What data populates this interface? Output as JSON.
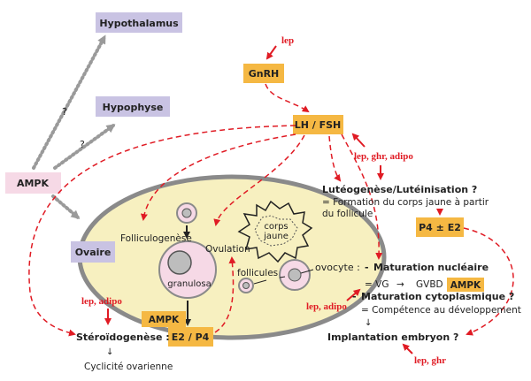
{
  "colors": {
    "lavender": "#c9c3e3",
    "orange": "#f5b843",
    "pink": "#f6d9e6",
    "ovary_fill": "#f7f0c0",
    "ovary_stroke": "#8a8a8a",
    "grey_cell": "#bdbdbd",
    "red": "#e01b24",
    "dotted_grey": "#9a9a9a"
  },
  "nodes": {
    "hypothalamus": "Hypothalamus",
    "hypophyse": "Hypophyse",
    "ampk_left": "AMPK",
    "ovaire": "Ovaire",
    "gnrh": "GnRH",
    "lh_fsh": "LH / FSH",
    "p4_e2_box": "P4 ± E2",
    "e2_p4_box": "E2 / P4",
    "ampk_stero": "AMPK",
    "ampk_inline": "AMPK"
  },
  "red_labels": {
    "lep_top": "lep",
    "lep_ghr_adipo": "lep, ghr, adipo",
    "lep_adipo_left": "lep, adipo",
    "lep_adipo_mid": "lep, adipo",
    "lep_ghr": "lep, ghr"
  },
  "question_marks": [
    "?",
    "?"
  ],
  "ovary_labels": {
    "folliculogenese": "Folliculogenèse",
    "ovulation": "Ovulation",
    "granulosa": "granulosa",
    "corps_jaune_1": "corps",
    "corps_jaune_2": "jaune",
    "follicules": "follicules",
    "ovocyte": "ovocyte :"
  },
  "right_text": {
    "luteo_title": "Lutéogenèse/Lutéinisation ?",
    "luteo_line1": "= Formation du corps jaune à partir",
    "luteo_line2": "du follicule",
    "mat_nuc_dash": "-",
    "mat_nuc_title": "Maturation nucléaire",
    "mat_nuc_sub_a": "= VG",
    "mat_nuc_arrow": "→",
    "mat_nuc_sub_b": "GVBD",
    "mat_cyto_dash": "-",
    "mat_cyto_title": "Maturation cytoplasmique ?",
    "mat_cyto_sub": "= Compétence au développement",
    "down_arrow": "↓",
    "implantation": "Implantation embryon ?"
  },
  "bottom_left": {
    "steroido": "Stéroïdogenèse :",
    "down_arrow": "↓",
    "cyclicite": "Cyclicité ovarienne"
  }
}
